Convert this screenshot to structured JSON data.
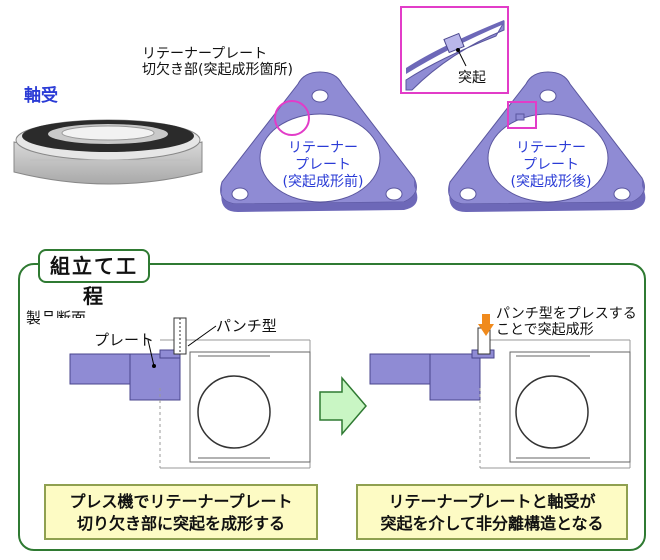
{
  "labels": {
    "bearing": "軸受",
    "cutout_note": "リテーナープレート\n切欠き部(突起成形箇所)",
    "plate_before": "リテーナー\nプレート\n(突起成形前)",
    "plate_after": "リテーナー\nプレート\n(突起成形後)",
    "protrusion": "突起"
  },
  "process": {
    "title": "組立て工程",
    "section_label": "製品断面",
    "plate_label": "プレート",
    "punch_label": "パンチ型",
    "press_note": "パンチ型をプレスする\nことで突起成形",
    "caption_left": "プレス機でリテーナープレート\n切り欠き部に突起を成形する",
    "caption_right": "リテーナープレートと軸受が\n突起を介して非分離構造となる"
  },
  "colors": {
    "plate": "#8f8bd4",
    "plate_dark": "#6d68b8",
    "highlight": "#e23cc8",
    "frame": "#2f7a32",
    "caption_bg": "#fdfbc4",
    "arrow": "#c9f6c4",
    "press_arrow": "#f08a1c"
  }
}
